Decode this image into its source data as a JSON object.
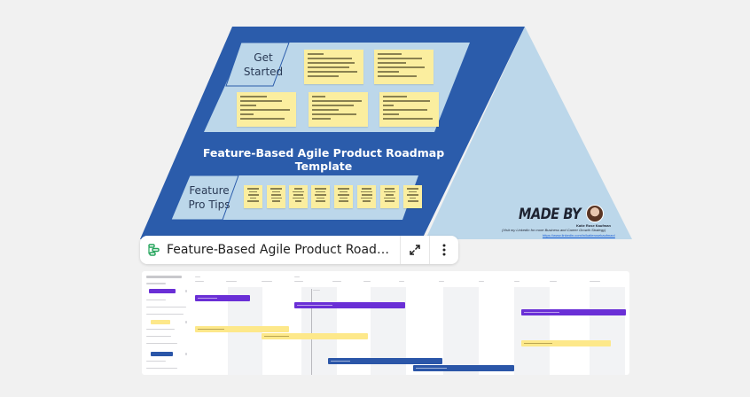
{
  "board": {
    "title": "Feature-Based Agile Product Roadmap Template",
    "sections": [
      {
        "label_line1": "Get",
        "label_line2": "Started",
        "sticky_notes": 5
      },
      {
        "label_line1": "Feature",
        "label_line2": "Pro Tips",
        "sticky_notes": 8
      }
    ],
    "made_by": {
      "label": "MADE BY",
      "author": "Katie Rose Kaufman",
      "subtitle": "(Visit my LinkedIn for more Business and Career Growth Strategy)",
      "link": "https://www.linkedin.com/in/katierosekaufman/"
    },
    "colors": {
      "frame": "#2b5cab",
      "panel": "#bcd7ea",
      "sticky": "#fbee9f"
    }
  },
  "toolbar": {
    "icon": "timeline-icon",
    "title": "Feature-Based Agile Product Roadma...",
    "expand_icon": "expand-icon",
    "more_icon": "more-vertical-icon"
  },
  "gantt": {
    "groups": [
      {
        "color": "#6a2fd6",
        "rows": 3
      },
      {
        "color": "#fde88a",
        "rows": 3
      },
      {
        "color": "#2b56a8",
        "rows": 2
      }
    ],
    "colors": {
      "purple": "#6a2fd6",
      "yellow": "#fde88a",
      "blue": "#2b56a8",
      "today_line": "#b0b0b0"
    }
  }
}
